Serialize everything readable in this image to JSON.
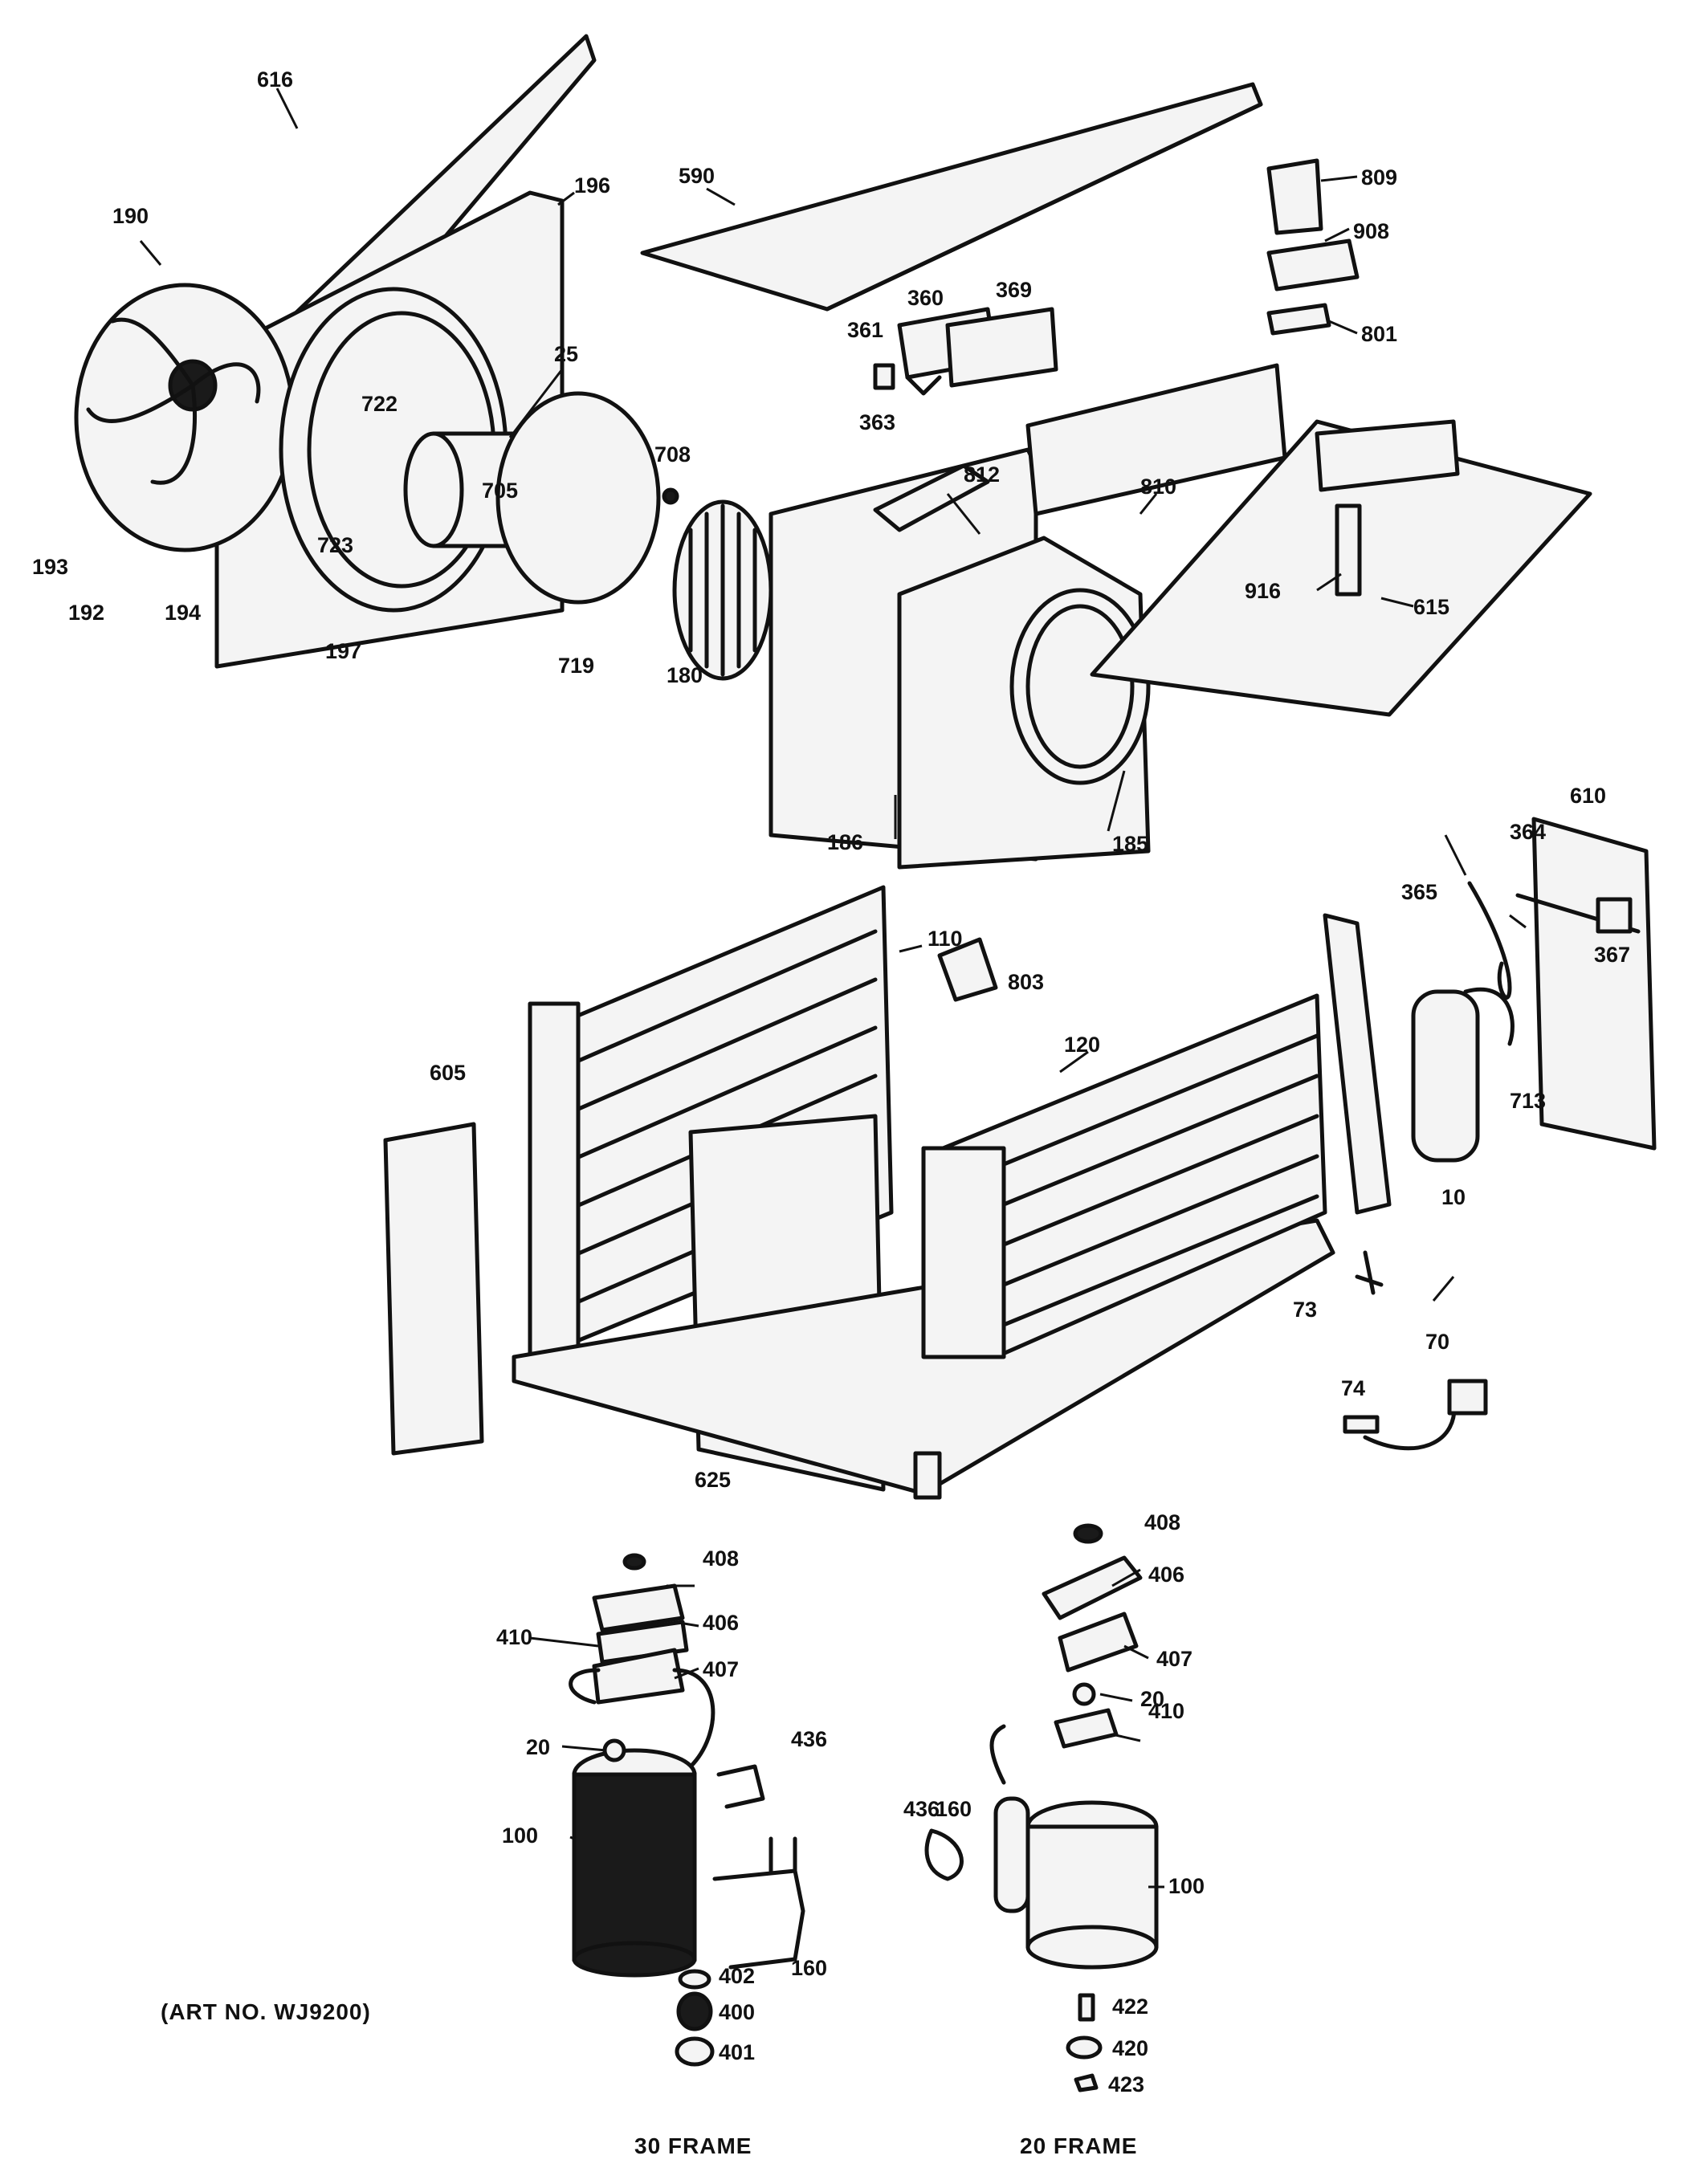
{
  "callouts": [
    {
      "label": "616"
    },
    {
      "label": "590"
    },
    {
      "label": "196"
    },
    {
      "label": "190"
    },
    {
      "label": "809"
    },
    {
      "label": "908"
    },
    {
      "label": "801"
    },
    {
      "label": "360"
    },
    {
      "label": "369"
    },
    {
      "label": "361"
    },
    {
      "label": "363"
    },
    {
      "label": "25"
    },
    {
      "label": "722"
    },
    {
      "label": "708"
    },
    {
      "label": "705"
    },
    {
      "label": "812"
    },
    {
      "label": "810"
    },
    {
      "label": "723"
    },
    {
      "label": "193"
    },
    {
      "label": "192"
    },
    {
      "label": "194"
    },
    {
      "label": "197"
    },
    {
      "label": "719"
    },
    {
      "label": "180"
    },
    {
      "label": "916"
    },
    {
      "label": "615"
    },
    {
      "label": "185"
    },
    {
      "label": "186"
    },
    {
      "label": "610"
    },
    {
      "label": "364"
    },
    {
      "label": "365"
    },
    {
      "label": "367"
    },
    {
      "label": "110"
    },
    {
      "label": "803"
    },
    {
      "label": "120"
    },
    {
      "label": "605"
    },
    {
      "label": "713"
    },
    {
      "label": "10"
    },
    {
      "label": "73"
    },
    {
      "label": "70"
    },
    {
      "label": "74"
    },
    {
      "label": "625"
    },
    {
      "label": "408"
    },
    {
      "label": "406"
    },
    {
      "label": "407"
    },
    {
      "label": "20"
    },
    {
      "label": "410"
    },
    {
      "label": "436"
    },
    {
      "label": "160"
    },
    {
      "label": "100"
    },
    {
      "label": "408"
    },
    {
      "label": "410"
    },
    {
      "label": "406"
    },
    {
      "label": "407"
    },
    {
      "label": "20"
    },
    {
      "label": "436"
    },
    {
      "label": "100"
    },
    {
      "label": "402"
    },
    {
      "label": "400"
    },
    {
      "label": "401"
    },
    {
      "label": "160"
    },
    {
      "label": "422"
    },
    {
      "label": "420"
    },
    {
      "label": "423"
    }
  ],
  "captions": {
    "art_number": "(ART NO. WJ9200)",
    "frame_30": "30 FRAME",
    "frame_20": "20 FRAME"
  }
}
